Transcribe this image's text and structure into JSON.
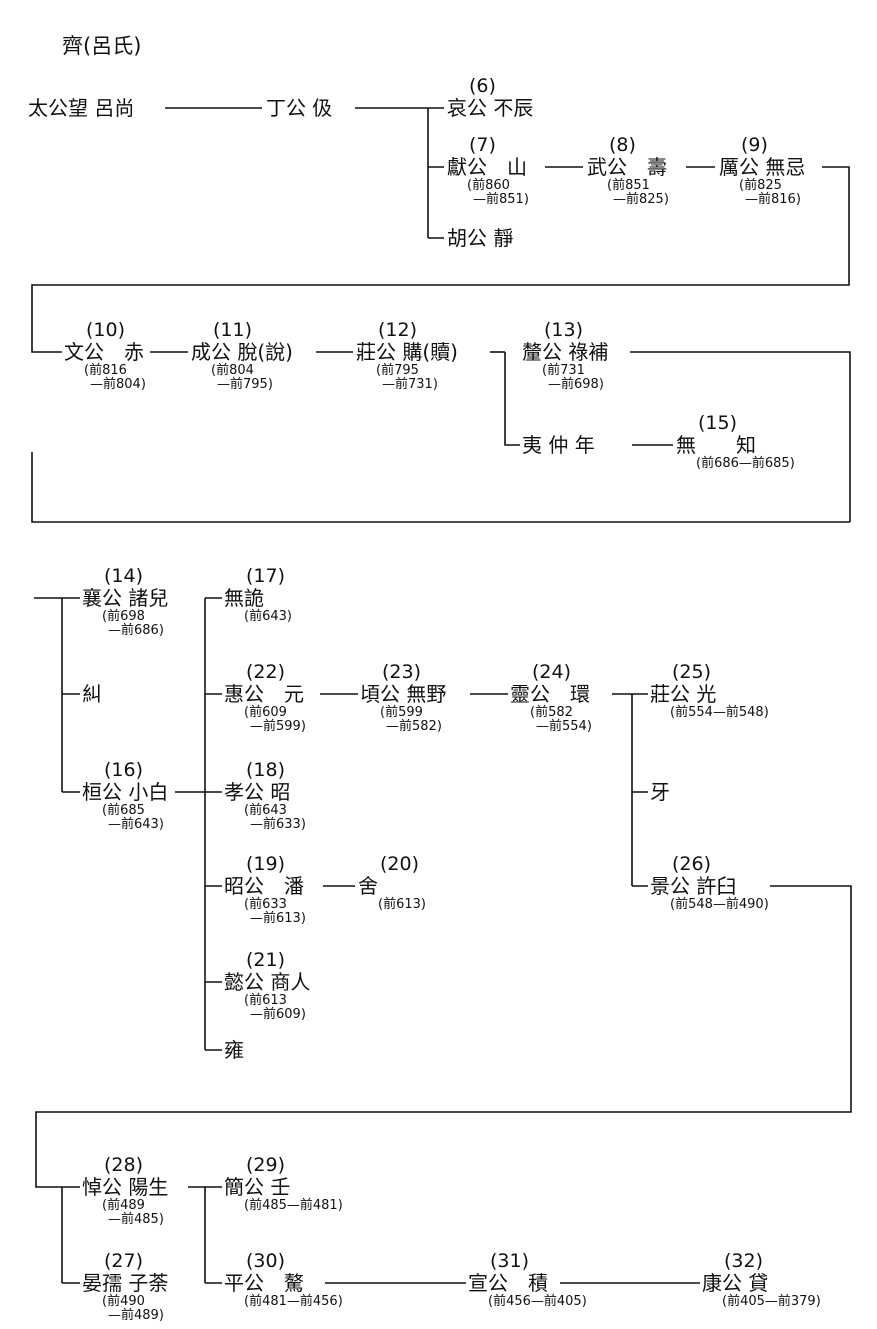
{
  "title": "齊(呂氏)",
  "nodes": [
    {
      "id": "n0",
      "name": "太公望 呂尚",
      "num": "",
      "r1": "",
      "r2": ""
    },
    {
      "id": "n1",
      "name": "丁公 伋",
      "num": "",
      "r1": "",
      "r2": ""
    },
    {
      "id": "n2",
      "name": "哀公 不辰",
      "num": "(6)",
      "r1": "",
      "r2": ""
    },
    {
      "id": "n3",
      "name": "獻公　山",
      "num": "(7)",
      "r1": "(前860",
      "r2": "—前851)"
    },
    {
      "id": "n4",
      "name": "武公　壽",
      "num": "(8)",
      "r1": "(前851",
      "r2": "—前825)"
    },
    {
      "id": "n5",
      "name": "厲公 無忌",
      "num": "(9)",
      "r1": "(前825",
      "r2": "—前816)"
    },
    {
      "id": "n6",
      "name": "胡公 靜",
      "num": "",
      "r1": "",
      "r2": ""
    },
    {
      "id": "n7",
      "name": "文公　赤",
      "num": "(10)",
      "r1": "(前816",
      "r2": "—前804)"
    },
    {
      "id": "n8",
      "name": "成公 脫(說)",
      "num": "(11)",
      "r1": "(前804",
      "r2": "—前795)"
    },
    {
      "id": "n9",
      "name": "莊公 購(贖)",
      "num": "(12)",
      "r1": "(前795",
      "r2": "—前731)"
    },
    {
      "id": "n10",
      "name": "釐公 祿補",
      "num": "(13)",
      "r1": "(前731",
      "r2": "—前698)"
    },
    {
      "id": "n11",
      "name": "夷 仲 年",
      "num": "",
      "r1": "",
      "r2": ""
    },
    {
      "id": "n12",
      "name": "無　　知",
      "num": "(15)",
      "r1": "(前686—前685)",
      "r2": ""
    },
    {
      "id": "n13",
      "name": "襄公 諸兒",
      "num": "(14)",
      "r1": "(前698",
      "r2": "—前686)"
    },
    {
      "id": "n14",
      "name": "糾",
      "num": "",
      "r1": "",
      "r2": ""
    },
    {
      "id": "n15",
      "name": "桓公 小白",
      "num": "(16)",
      "r1": "(前685",
      "r2": "—前643)"
    },
    {
      "id": "n16",
      "name": "無詭",
      "num": "(17)",
      "r1": "(前643)",
      "r2": ""
    },
    {
      "id": "n17",
      "name": "惠公　元",
      "num": "(22)",
      "r1": "(前609",
      "r2": "—前599)"
    },
    {
      "id": "n18",
      "name": "頃公 無野",
      "num": "(23)",
      "r1": "(前599",
      "r2": "—前582)"
    },
    {
      "id": "n19",
      "name": "靈公　環",
      "num": "(24)",
      "r1": "(前582",
      "r2": "—前554)"
    },
    {
      "id": "n20",
      "name": "莊公 光",
      "num": "(25)",
      "r1": "(前554—前548)",
      "r2": ""
    },
    {
      "id": "n21",
      "name": "牙",
      "num": "",
      "r1": "",
      "r2": ""
    },
    {
      "id": "n22",
      "name": "景公 許臼",
      "num": "(26)",
      "r1": "(前548—前490)",
      "r2": ""
    },
    {
      "id": "n23",
      "name": "孝公 昭",
      "num": "(18)",
      "r1": "(前643",
      "r2": "—前633)"
    },
    {
      "id": "n24",
      "name": "昭公　潘",
      "num": "(19)",
      "r1": "(前633",
      "r2": "—前613)"
    },
    {
      "id": "n25",
      "name": "舍",
      "num": "(20)",
      "r1": "(前613)",
      "r2": ""
    },
    {
      "id": "n26",
      "name": "懿公 商人",
      "num": "(21)",
      "r1": "(前613",
      "r2": "—前609)"
    },
    {
      "id": "n27",
      "name": "雍",
      "num": "",
      "r1": "",
      "r2": ""
    },
    {
      "id": "n28",
      "name": "悼公 陽生",
      "num": "(28)",
      "r1": "(前489",
      "r2": "—前485)"
    },
    {
      "id": "n29",
      "name": "晏孺 子荼",
      "num": "(27)",
      "r1": "(前490",
      "r2": "—前489)"
    },
    {
      "id": "n30",
      "name": "簡公 壬",
      "num": "(29)",
      "r1": "(前485—前481)",
      "r2": ""
    },
    {
      "id": "n31",
      "name": "平公　驁",
      "num": "(30)",
      "r1": "(前481—前456)",
      "r2": ""
    },
    {
      "id": "n32",
      "name": "宣公　積",
      "num": "(31)",
      "r1": "(前456—前405)",
      "r2": ""
    },
    {
      "id": "n33",
      "name": "康公 貸",
      "num": "(32)",
      "r1": "(前405—前379)",
      "r2": ""
    }
  ]
}
